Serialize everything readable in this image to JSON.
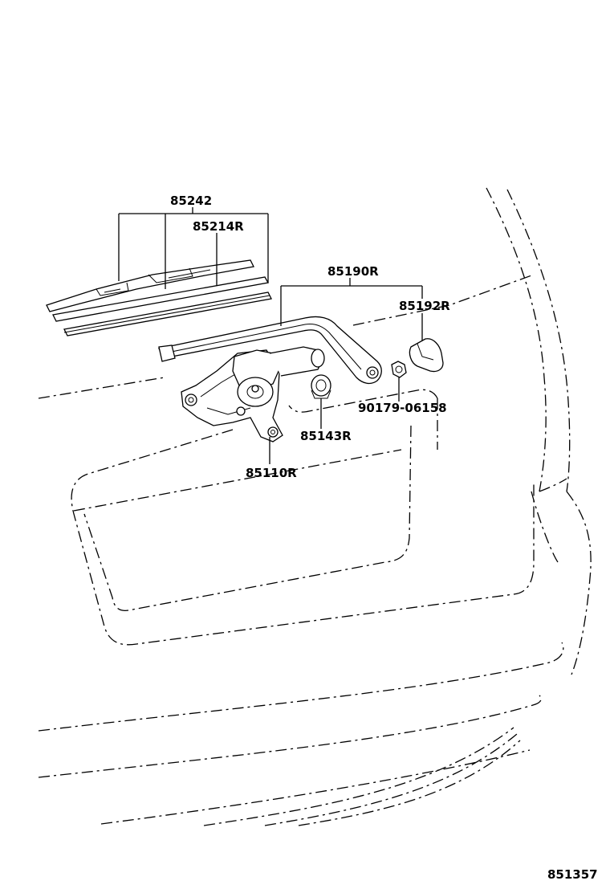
{
  "labels": {
    "blade_assy": "85242",
    "blade_rubber": "85214R",
    "arm": "85190R",
    "arm_cover": "85192R",
    "nut": "90179-06158",
    "cap": "85143R",
    "motor": "85110R",
    "diagram_no": "851357"
  }
}
